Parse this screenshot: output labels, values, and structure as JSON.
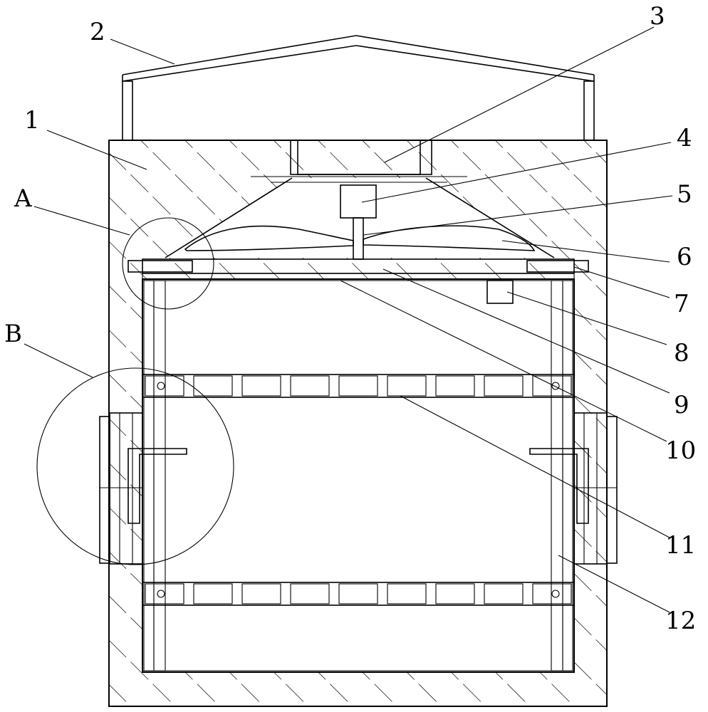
{
  "labels": {
    "l1": "1",
    "l2": "2",
    "l3": "3",
    "l4": "4",
    "l5": "5",
    "l6": "6",
    "l7": "7",
    "l8": "8",
    "l9": "9",
    "l10": "10",
    "l11": "11",
    "l12": "12",
    "lA": "A",
    "lB": "B"
  }
}
